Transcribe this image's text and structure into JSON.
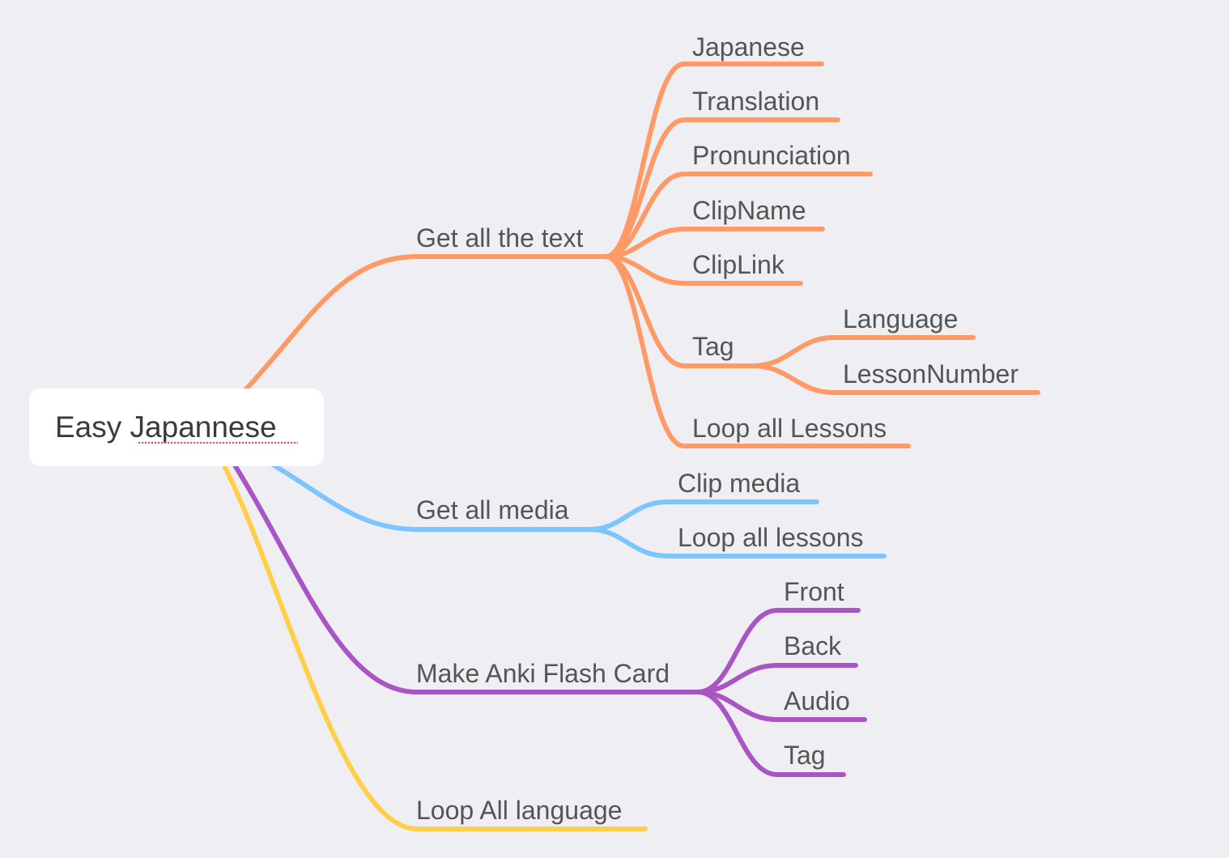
{
  "colors": {
    "background": "#efeff3",
    "branch_text": "#ff9966",
    "branch_media": "#7cc5ff",
    "branch_anki": "#a955c4",
    "branch_loop": "#ffcf4a",
    "label_text": "#555557"
  },
  "root": {
    "label": "Easy Japannese"
  },
  "branches": {
    "text": {
      "label": "Get all the text",
      "children": {
        "japanese": "Japanese",
        "translation": "Translation",
        "pronunciation": "Pronunciation",
        "clipname": "ClipName",
        "cliplink": "ClipLink",
        "tag": "Tag",
        "language": "Language",
        "lessonnumber": "LessonNumber",
        "loop_lessons": "Loop all Lessons"
      }
    },
    "media": {
      "label": "Get all media",
      "children": {
        "clip_media": "Clip media",
        "loop_lessons": "Loop all lessons"
      }
    },
    "anki": {
      "label": "Make Anki Flash Card",
      "children": {
        "front": "Front",
        "back": "Back",
        "audio": "Audio",
        "tag": "Tag"
      }
    },
    "loop": {
      "label": "Loop All language"
    }
  }
}
